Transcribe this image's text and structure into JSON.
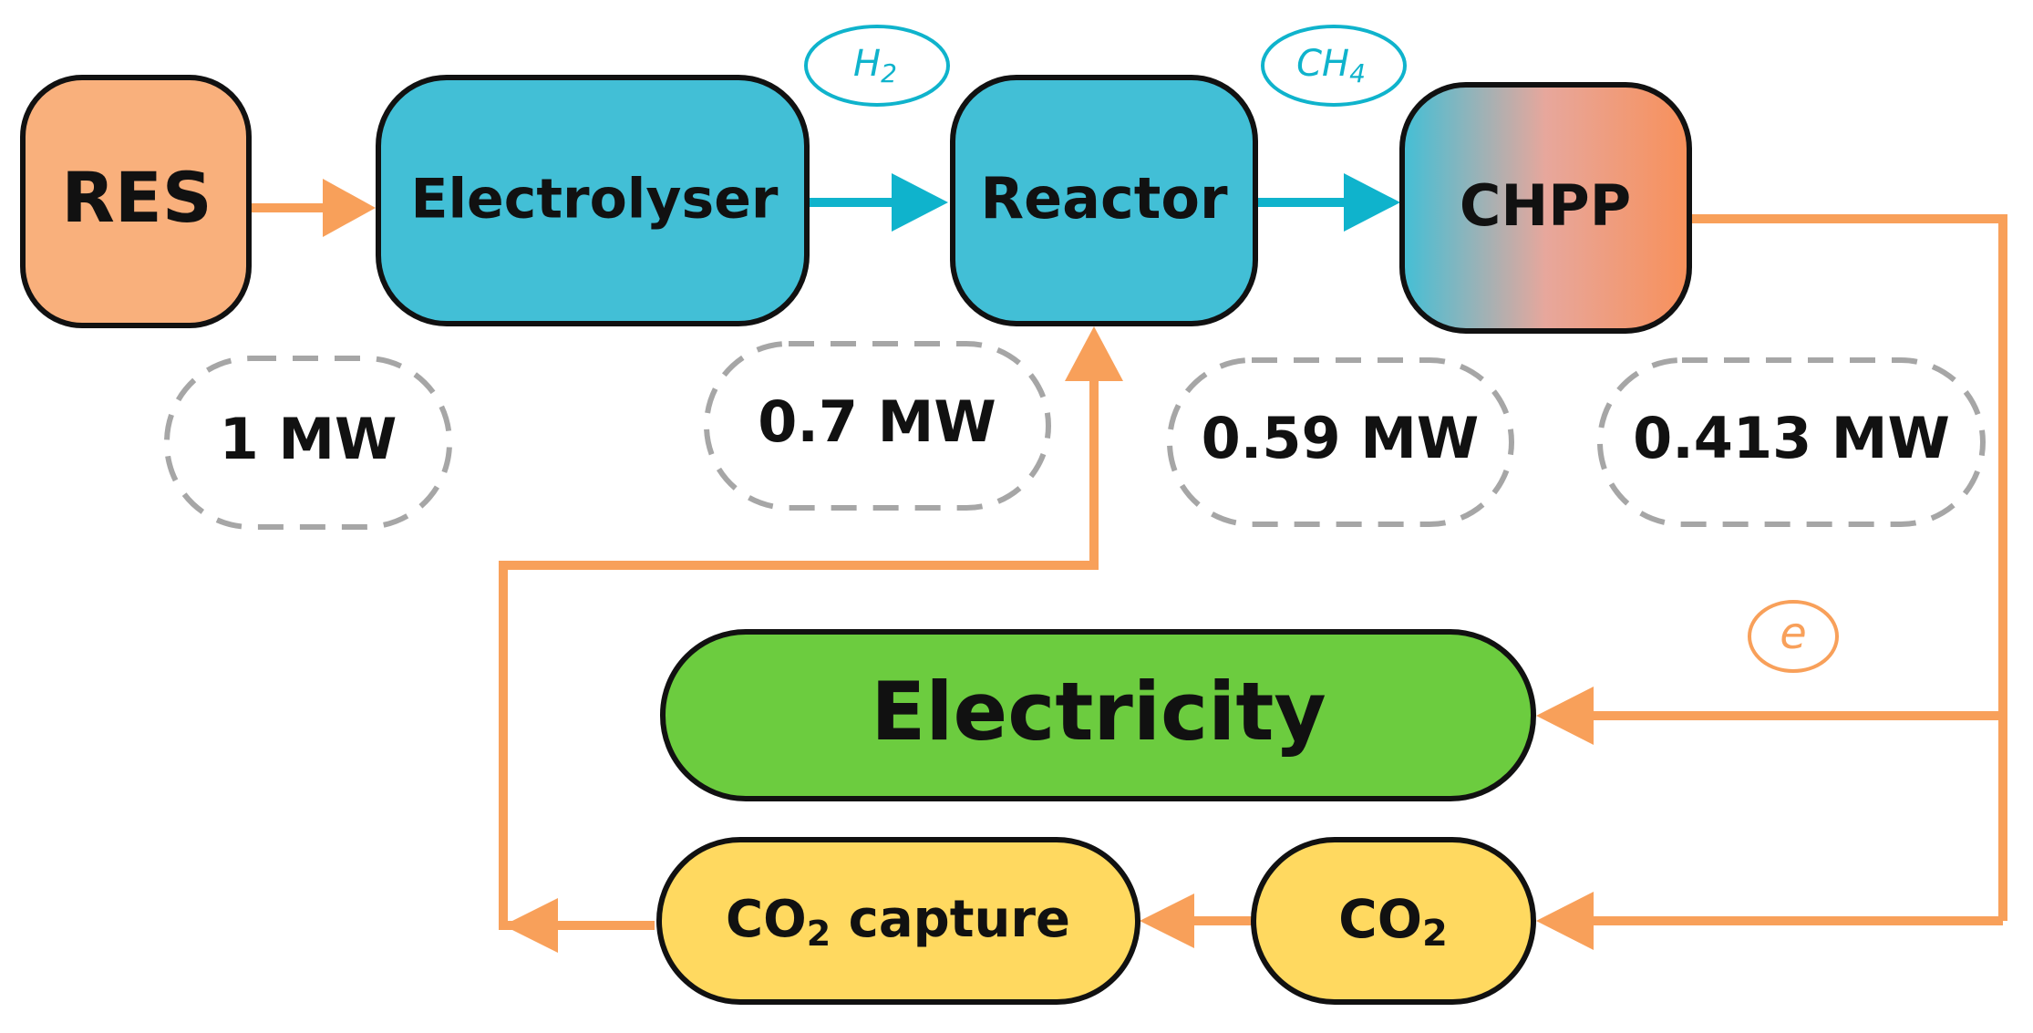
{
  "colors": {
    "orange": "#F8A05A",
    "orange_fill": "#F9B07C",
    "blue": "#0FB3CC",
    "blue_fill": "#42BFD6",
    "green_fill": "#6CCC3F",
    "yellow_fill": "#FFD960",
    "outline": "#111111",
    "dashed": "#A6A6A6"
  },
  "nodes": {
    "res": "RES",
    "electrolyser": "Electrolyser",
    "reactor": "Reactor",
    "chpp": "CHPP",
    "electricity": "Electricity",
    "co2_capture": {
      "main": "CO",
      "sub": "2",
      "rest": " capture"
    },
    "co2": {
      "main": "CO",
      "sub": "2"
    }
  },
  "power_labels": {
    "res": "1 MW",
    "electrolyser": "0.7 MW",
    "reactor": "0.59 MW",
    "chpp": "0.413 MW"
  },
  "flow_labels": {
    "h2": {
      "main": "H",
      "sub": "2"
    },
    "ch4": {
      "main": "CH",
      "sub": "4"
    },
    "e": "e"
  }
}
